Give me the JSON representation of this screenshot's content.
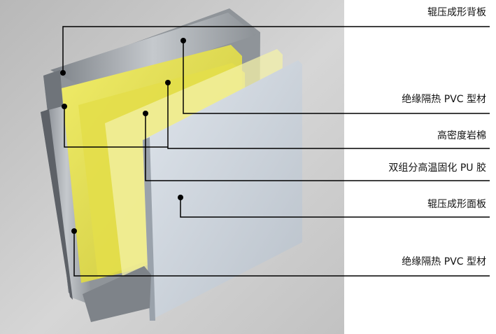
{
  "colors": {
    "backdrop": "#c9c9c9",
    "aluminum": "#a9adb2",
    "aluminum_dark": "#6f747a",
    "insulation": "#e9e54f",
    "pu_film": "#f3f0a8",
    "face_panel": "#cfd6de",
    "leader": "#000000"
  },
  "labels": [
    {
      "id": "back-panel",
      "text": "辊压成形背板"
    },
    {
      "id": "pvc-profile-top",
      "text": "绝缘隔热 PVC 型材"
    },
    {
      "id": "rock-wool",
      "text": "高密度岩棉"
    },
    {
      "id": "pu-glue",
      "text": "双组分高温固化 PU 胶"
    },
    {
      "id": "face-panel",
      "text": "辊压成形面板"
    },
    {
      "id": "pvc-profile-bottom",
      "text": "绝缘隔热 PVC 型材"
    }
  ]
}
